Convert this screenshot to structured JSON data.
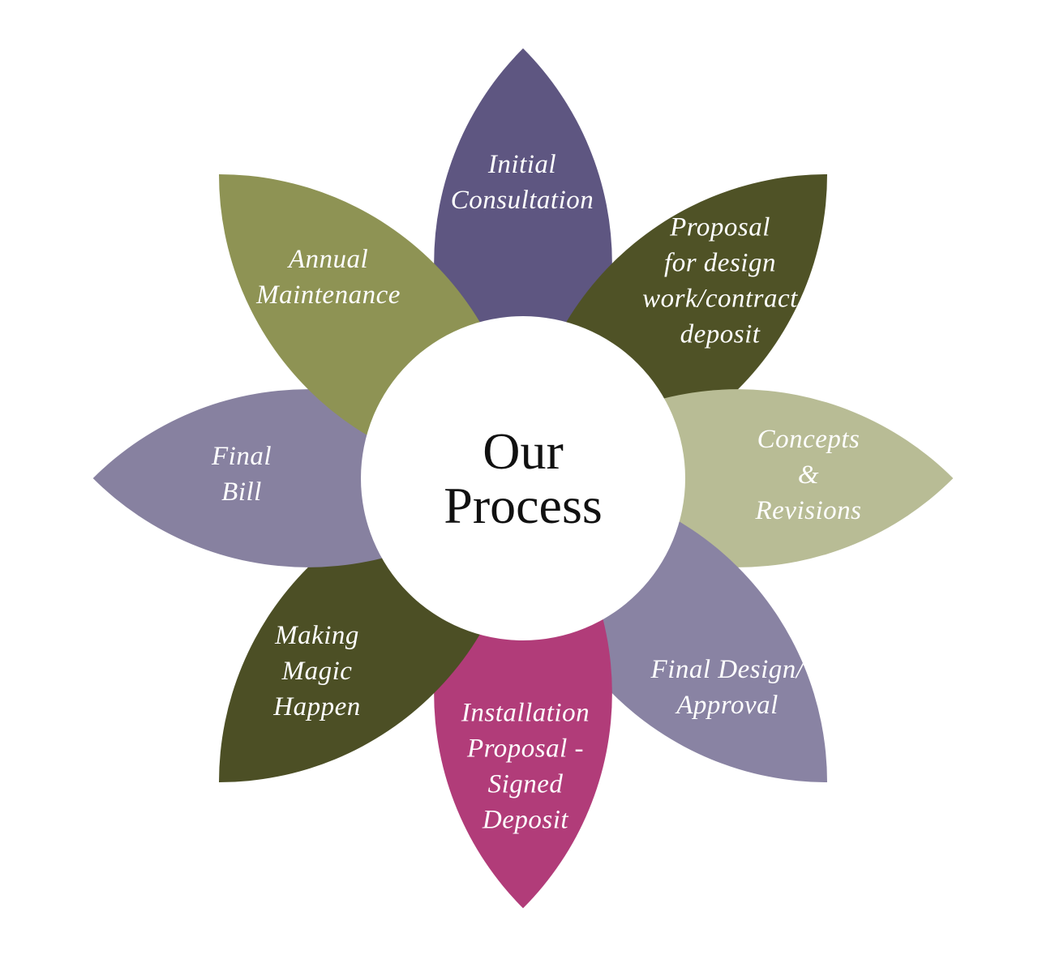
{
  "diagram": {
    "title": "Our Process flower diagram",
    "background_color": "#ffffff",
    "center": {
      "label": "Our\nProcess",
      "bg_color": "#ffffff",
      "text_color": "#111111"
    },
    "petals": [
      {
        "name": "initial-consultation",
        "position": "top",
        "label": "Initial\nConsultation",
        "color": "#5e5681",
        "text_color": "#ffffff"
      },
      {
        "name": "proposal-design-contract-deposit",
        "position": "top-right",
        "label": "Proposal\nfor design\nwork/contract\ndeposit",
        "color": "#4f5226",
        "text_color": "#ffffff"
      },
      {
        "name": "concepts-revisions",
        "position": "right",
        "label": "Concepts\n&\nRevisions",
        "color": "#b8bc95",
        "text_color": "#ffffff"
      },
      {
        "name": "final-design-approval",
        "position": "bottom-right",
        "label": "Final Design/\nApproval",
        "color": "#8983a3",
        "text_color": "#ffffff"
      },
      {
        "name": "installation-proposal-signed-deposit",
        "position": "bottom",
        "label": "Installation\nProposal -\nSigned\nDeposit",
        "color": "#b13c79",
        "text_color": "#ffffff"
      },
      {
        "name": "making-magic-happen",
        "position": "bottom-left",
        "label": "Making\nMagic\nHappen",
        "color": "#4c4f25",
        "text_color": "#ffffff"
      },
      {
        "name": "final-bill",
        "position": "left",
        "label": "Final\nBill",
        "color": "#8781a0",
        "text_color": "#ffffff"
      },
      {
        "name": "annual-maintenance",
        "position": "top-left",
        "label": "Annual\nMaintenance",
        "color": "#8e9354",
        "text_color": "#ffffff"
      }
    ]
  }
}
